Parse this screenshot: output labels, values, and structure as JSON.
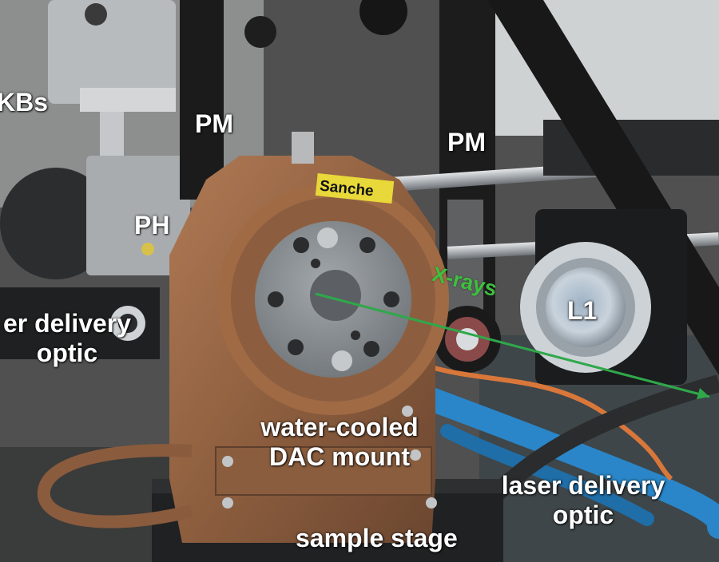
{
  "photo": {
    "labels": {
      "kbs": "KBs",
      "pm_left": "PM",
      "pm_right": "PM",
      "ph": "PH",
      "laser_left_line1": "er delivery",
      "laser_left_line2": "optic",
      "xrays": "X-rays",
      "l1": "L1",
      "mount_line1": "water-cooled",
      "mount_line2": "DAC mount",
      "laser_right_line1": "laser delivery",
      "laser_right_line2": "optic",
      "sample_stage": "sample stage"
    },
    "sticker_text": "Sanche",
    "colors": {
      "label_text": "#ffffff",
      "xray_beam": "#2fa84a",
      "copper": "#9a6a48",
      "steel": "#8e9397",
      "cable_blue": "#2a86c8",
      "cable_orange": "#d9773a",
      "sticker_yellow": "#e8d83a"
    }
  }
}
